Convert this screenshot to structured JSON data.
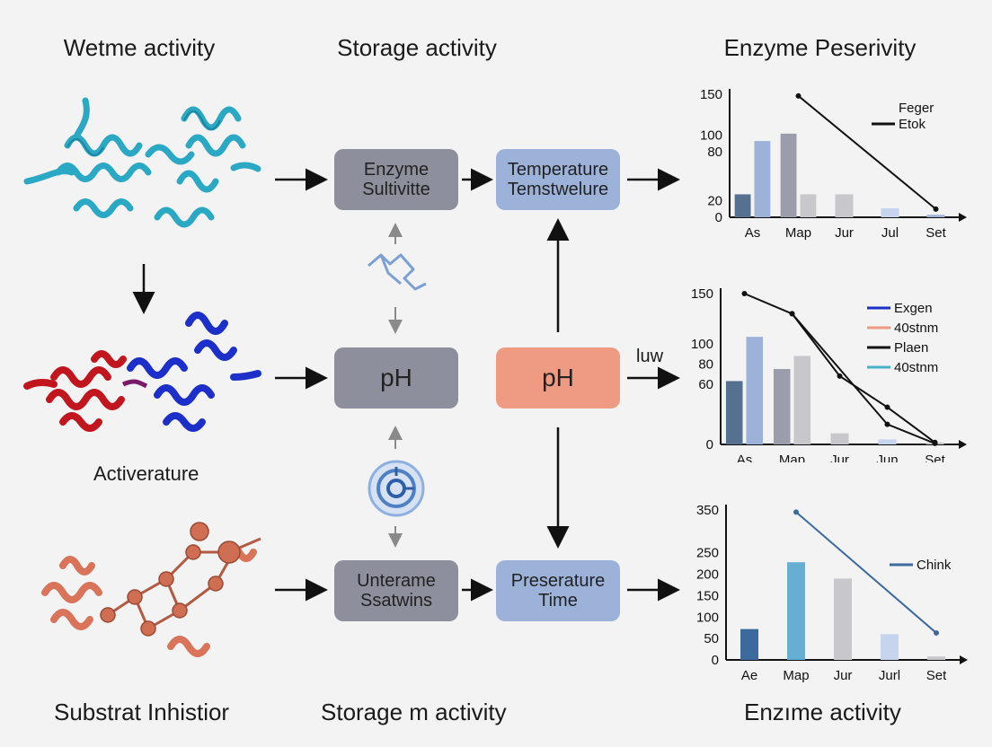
{
  "headings": {
    "col1": "Wetme activity",
    "col2": "Storage activity",
    "col3": "Enzyme Peserivity"
  },
  "boxes": {
    "enzyme": [
      "Enzyme",
      "Sultivitte"
    ],
    "temperature": [
      "Temperature",
      "Temstwelure"
    ],
    "ph_gray": "pH",
    "ph_orange": "pH",
    "unterame": [
      "Unterame",
      "Ssatwins"
    ],
    "preserature": [
      "Preserature",
      "Time"
    ]
  },
  "side_label": "luw",
  "captions": {
    "activerature": "Activerature",
    "substrat": "Substrat Inhistior",
    "storage": "Storage m activity",
    "enzime": "Enzıme activity"
  },
  "colors": {
    "gray_box": "#8d8f9c",
    "blue_box": "#9db2d9",
    "orange_box": "#ef9a82",
    "protein_cyan": "#2aa8c4",
    "protein_red": "#c2161e",
    "protein_blue": "#1c2fc8",
    "protein_copper": "#d9735a"
  },
  "icons": [
    "cyan-protein-ribbon",
    "red-blue-protein-ribbon",
    "copper-substrate-molecule",
    "molecule-chain-icon",
    "target-ring-icon"
  ],
  "chart_data": [
    {
      "type": "bar",
      "categories": [
        "As",
        "Map",
        "Jur",
        "Jul",
        "Set"
      ],
      "ylim": [
        0,
        150
      ],
      "yticks": [
        0,
        20,
        80,
        100,
        150
      ],
      "bars": [
        {
          "category": "As",
          "value": 28,
          "color": "#56708f"
        },
        {
          "category": "As",
          "value": 93,
          "color": "#9db2d9"
        },
        {
          "category": "Map",
          "value": 102,
          "color": "#9b9dac"
        },
        {
          "category": "Map",
          "value": 28,
          "color": "#c8c8cc"
        },
        {
          "category": "Jur",
          "value": 28,
          "color": "#c8c8cc"
        },
        {
          "category": "Jul",
          "value": 11,
          "color": "#c6d4ee"
        },
        {
          "category": "Set",
          "value": 3,
          "color": "#9db2d9"
        }
      ],
      "lines": [
        {
          "name": "Etok",
          "color": "#111111",
          "points": [
            [
              "Map",
              148
            ],
            [
              "Set",
              10
            ]
          ]
        }
      ],
      "legend": [
        {
          "label": "Feger",
          "color": ""
        },
        {
          "label": "Etok",
          "color": "#111111"
        }
      ]
    },
    {
      "type": "bar",
      "categories": [
        "As",
        "Map",
        "Jur",
        "Jun",
        "Set"
      ],
      "ylim": [
        0,
        150
      ],
      "yticks": [
        0,
        60,
        80,
        100,
        150
      ],
      "bars": [
        {
          "category": "As",
          "value": 63,
          "color": "#56708f"
        },
        {
          "category": "As",
          "value": 107,
          "color": "#9db2d9"
        },
        {
          "category": "Map",
          "value": 75,
          "color": "#9b9dac"
        },
        {
          "category": "Map",
          "value": 88,
          "color": "#c8c8cc"
        },
        {
          "category": "Jur",
          "value": 11,
          "color": "#c8c8cc"
        },
        {
          "category": "Jun",
          "value": 5,
          "color": "#c6d4ee"
        },
        {
          "category": "Set",
          "value": 2,
          "color": "#c8c8cc"
        }
      ],
      "lines": [
        {
          "name": "Plaen",
          "color": "#111111",
          "points": [
            [
              "As",
              150
            ],
            [
              "Map",
              130
            ],
            [
              "Jur",
              68
            ],
            [
              "Jun",
              37
            ],
            [
              "Set",
              2
            ]
          ]
        },
        {
          "name": "Plaen",
          "color": "#111111",
          "points": [
            [
              "Map",
              130
            ],
            [
              "Jun",
              20
            ],
            [
              "Set",
              1
            ]
          ]
        }
      ],
      "legend": [
        {
          "label": "Exgen",
          "color": "#1c2fc8"
        },
        {
          "label": "40stnm",
          "color": "#ef9a82"
        },
        {
          "label": "Plaen",
          "color": "#111111"
        },
        {
          "label": "40stnm",
          "color": "#4ab2c8"
        }
      ]
    },
    {
      "type": "bar",
      "categories": [
        "Ae",
        "Map",
        "Jur",
        "Jurl",
        "Set"
      ],
      "ylim": [
        0,
        350
      ],
      "yticks": [
        0,
        50,
        100,
        150,
        200,
        250,
        350
      ],
      "bars": [
        {
          "category": "Ae",
          "value": 72,
          "color": "#3c6a9d"
        },
        {
          "category": "Map",
          "value": 228,
          "color": "#67aed5"
        },
        {
          "category": "Jur",
          "value": 190,
          "color": "#c8c8cc"
        },
        {
          "category": "Jurl",
          "value": 60,
          "color": "#c6d4ee"
        },
        {
          "category": "Set",
          "value": 8,
          "color": "#c8c8cc"
        }
      ],
      "lines": [
        {
          "name": "Chink",
          "color": "#3c6a9d",
          "points": [
            [
              "Map",
              345
            ],
            [
              "Set",
              63
            ]
          ]
        }
      ],
      "legend": [
        {
          "label": "Chink",
          "color": "#3c6a9d"
        }
      ]
    }
  ]
}
